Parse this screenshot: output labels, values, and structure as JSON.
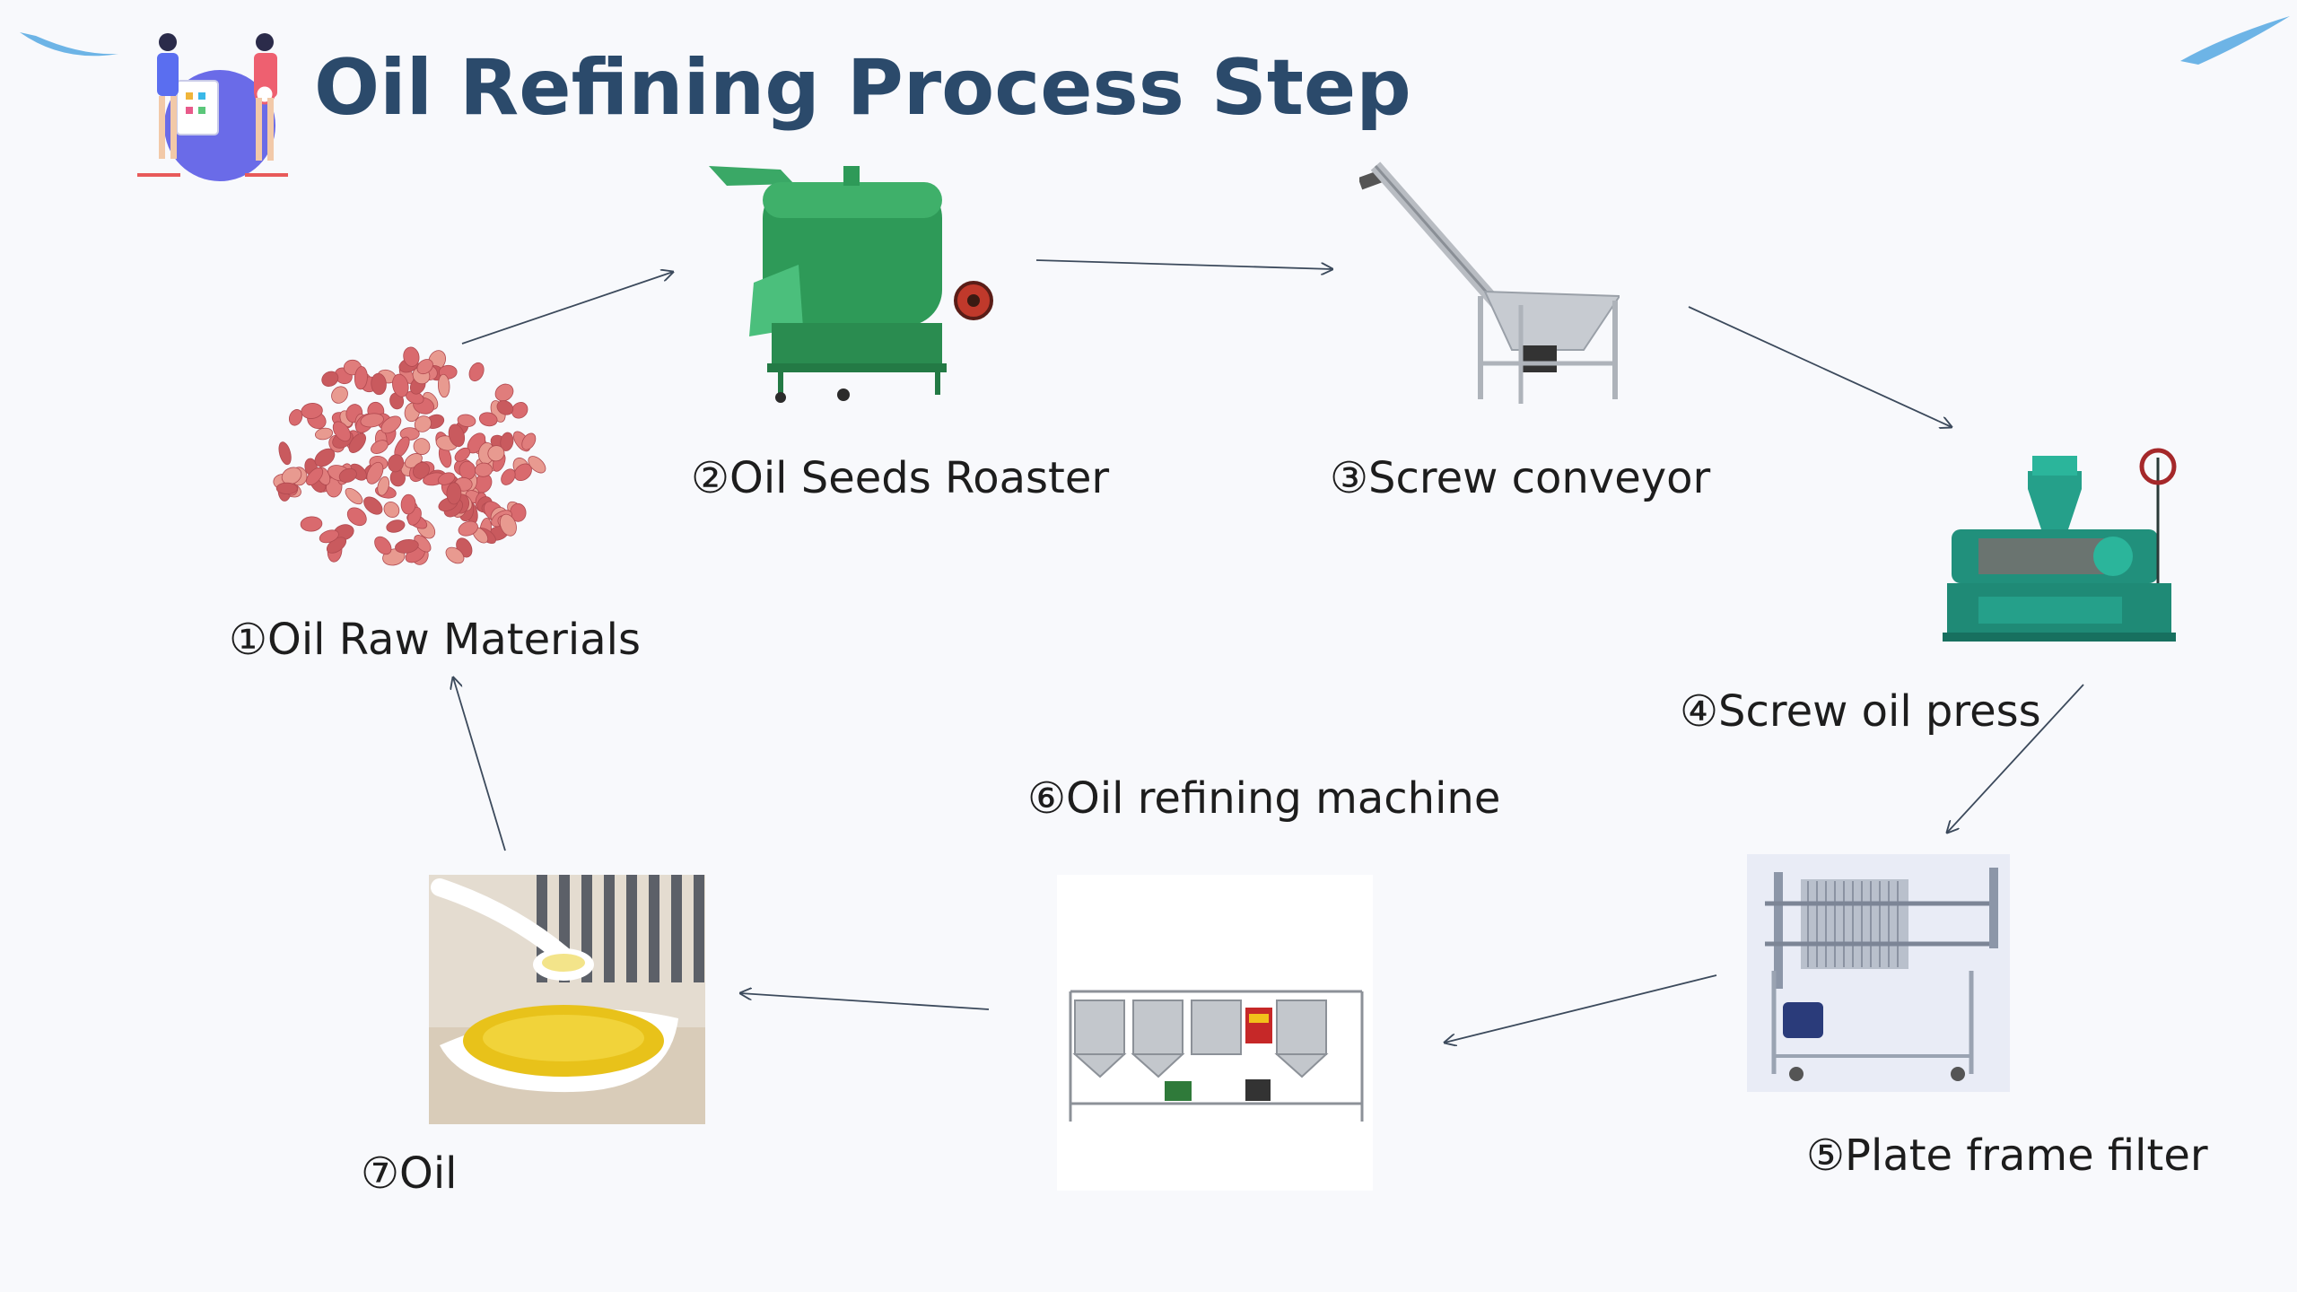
{
  "title": "Oil Refining Process Step",
  "steps": [
    {
      "label": "①Oil Raw Materials",
      "icon": "peanuts-image"
    },
    {
      "label": "②Oil Seeds Roaster",
      "icon": "roaster-machine-image"
    },
    {
      "label": "③Screw conveyor",
      "icon": "screw-conveyor-image"
    },
    {
      "label": "④Screw oil press",
      "icon": "screw-oil-press-image"
    },
    {
      "label": "⑤Plate frame filter",
      "icon": "plate-frame-filter-image"
    },
    {
      "label": "⑥Oil refining machine",
      "icon": "oil-refining-machine-image"
    },
    {
      "label": "⑦Oil",
      "icon": "oil-bowl-image"
    }
  ],
  "colors": {
    "title": "#2b4a6b",
    "arrow": "#3c4a5c",
    "roaster_green": "#2e9a58",
    "press_green": "#25a08a",
    "peanut": "#d96a6e",
    "oil_yellow": "#e8c21a"
  }
}
